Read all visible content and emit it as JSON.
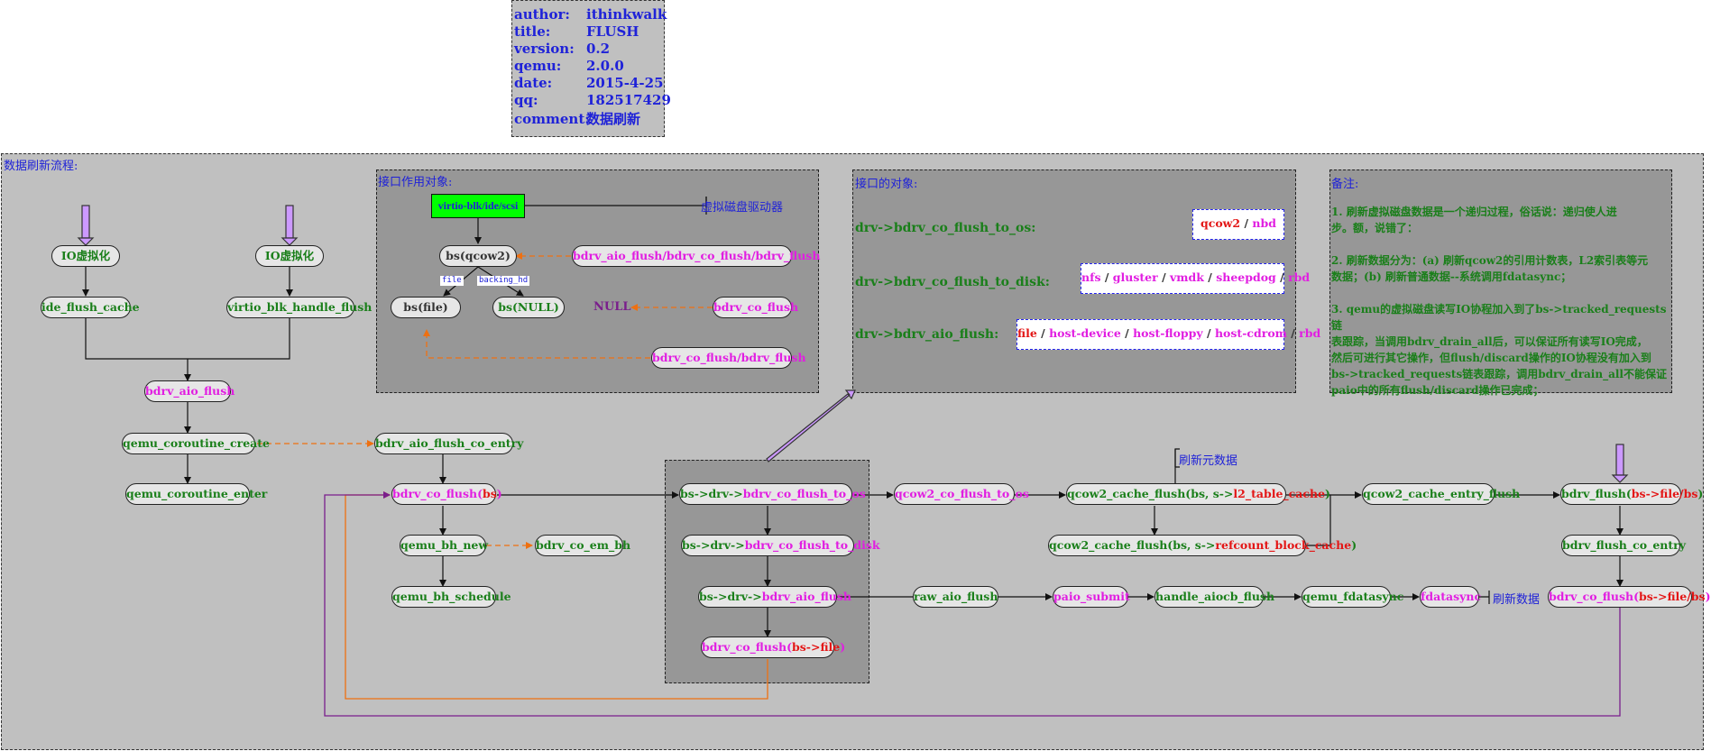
{
  "meta": {
    "rows": [
      {
        "key": "author:",
        "value": "ithinkwalk"
      },
      {
        "key": "title:",
        "value": "FLUSH"
      },
      {
        "key": "version:",
        "value": "0.2"
      },
      {
        "key": "qemu:",
        "value": "2.0.0"
      },
      {
        "key": "date:",
        "value": "2015-4-25"
      },
      {
        "key": "qq:",
        "value": "182517429"
      },
      {
        "key": "comment:",
        "value": "数据刷新"
      }
    ]
  },
  "main_label": "数据刷新流程:",
  "left_flow": {
    "io_virt_1": "IO虚拟化",
    "io_virt_2": "IO虚拟化",
    "ide_flush_cache": "ide_flush_cache",
    "virtio_blk_handle_flush": "virtio_blk_handle_flush",
    "bdrv_aio_flush": "bdrv_aio_flush",
    "qemu_coroutine_create": "qemu_coroutine_create",
    "qemu_coroutine_enter": "qemu_coroutine_enter",
    "bdrv_aio_flush_co_entry": "bdrv_aio_flush_co_entry",
    "bdrv_co_flush": "bdrv_co_flush",
    "bdrv_co_flush_arg": "bs",
    "qemu_bh_new": "qemu_bh_new",
    "bdrv_co_em_bh": "bdrv_co_em_bh",
    "qemu_bh_schedule": "qemu_bh_schedule"
  },
  "panel_target": {
    "label": "接口作用对象:",
    "virtio": "virtio-blk/ide/scsi",
    "virtual_disk_driver": "虚拟磁盘驱动器",
    "bs_qcow2": "bs(qcow2)",
    "bs_file": "bs(file)",
    "bs_null": "bs(NULL)",
    "edge_file": "file",
    "edge_backing": "backing_hd",
    "api_1": "bdrv_aio_flush/bdrv_co_flush/bdrv_flush",
    "api_2": "bdrv_co_flush",
    "api_3": "bdrv_co_flush/bdrv_flush",
    "null_label": "NULL"
  },
  "panel_iface": {
    "label": "接口的对象:",
    "rows": [
      {
        "name": "drv->bdrv_co_flush_to_os:",
        "targets": [
          "qcow2",
          "nbd"
        ],
        "colors": [
          "r",
          "m"
        ]
      },
      {
        "name": "drv->bdrv_co_flush_to_disk:",
        "targets": [
          "nfs",
          "gluster",
          "vmdk",
          "sheepdog",
          "rbd"
        ],
        "colors": [
          "m",
          "m",
          "m",
          "m",
          "m"
        ]
      },
      {
        "name": "drv->bdrv_aio_flush:",
        "targets": [
          "file",
          "host-device",
          "host-floppy",
          "host-cdrom",
          "rbd"
        ],
        "colors": [
          "r",
          "m",
          "m",
          "m",
          "m"
        ]
      }
    ],
    "separator": " / "
  },
  "panel_note": {
    "label": "备注:",
    "lines": [
      "1. 刷新虚拟磁盘数据是一个递归过程，俗话说：递归使人进",
      "步。额，说错了：",
      "",
      "2. 刷新数据分为：(a) 刷新qcow2的引用计数表，L2索引表等元",
      "数据；(b) 刷新普通数据--系统调用fdatasync；",
      "",
      "3. qemu的虚拟磁盘读写IO协程加入到了bs->tracked_requests链",
      "表跟踪，当调用bdrv_drain_all后，可以保证所有读写IO完成，",
      "然后可进行其它操作，但flush/discard操作的IO协程没有加入到",
      "bs->tracked_requests链表跟踪，调用bdrv_drain_all不能保证",
      "paio中的所有flush/discard操作已完成；"
    ]
  },
  "drv_panel": {
    "to_os_prefix": "bs->drv->",
    "to_os": "bdrv_co_flush_to_os",
    "to_disk_prefix": "bs->drv->",
    "to_disk": "bdrv_co_flush_to_disk",
    "aio_prefix": "bs->drv->",
    "aio": "bdrv_aio_flush",
    "co_flush": "bdrv_co_flush(",
    "co_flush_arg": "bs->file",
    "co_flush_close": ")"
  },
  "right_flow": {
    "qcow2_co_flush_to_os": "qcow2_co_flush_to_os",
    "refresh_meta": "刷新元数据",
    "qcow2_cache_flush_l2_pre": "qcow2_cache_flush(bs, s->",
    "qcow2_cache_flush_l2_arg": "l2_table_cache",
    "qcow2_cache_flush_rc_pre": "qcow2_cache_flush(bs, s->",
    "qcow2_cache_flush_rc_arg": "refcount_block_cache",
    "close_paren": ")",
    "qcow2_cache_entry_flush": "qcow2_cache_entry_flush",
    "bdrv_flush_pre": "bdrv_flush(",
    "bdrv_flush_arg": "bs->file/bs",
    "bdrv_flush_co_entry": "bdrv_flush_co_entry",
    "bdrv_co_flush2_pre": "bdrv_co_flush(",
    "bdrv_co_flush2_arg": "bs->file/bs",
    "raw_aio_flush": "raw_aio_flush",
    "paio_submit": "paio_submit",
    "handle_aiocb_flush": "handle_aiocb_flush",
    "qemu_fdatasync": "qemu_fdatasync",
    "fdatasync": "fdatasync",
    "refresh_data": "刷新数据"
  },
  "colors": {
    "green": "#1a7f1a",
    "magenta": "#e11ee1",
    "red": "#e31616",
    "blue": "#1f22d8",
    "orange": "#ee7011",
    "purple": "#7a1e8c",
    "lavender": "#cc99ff",
    "bright_green": "#00ff00"
  }
}
